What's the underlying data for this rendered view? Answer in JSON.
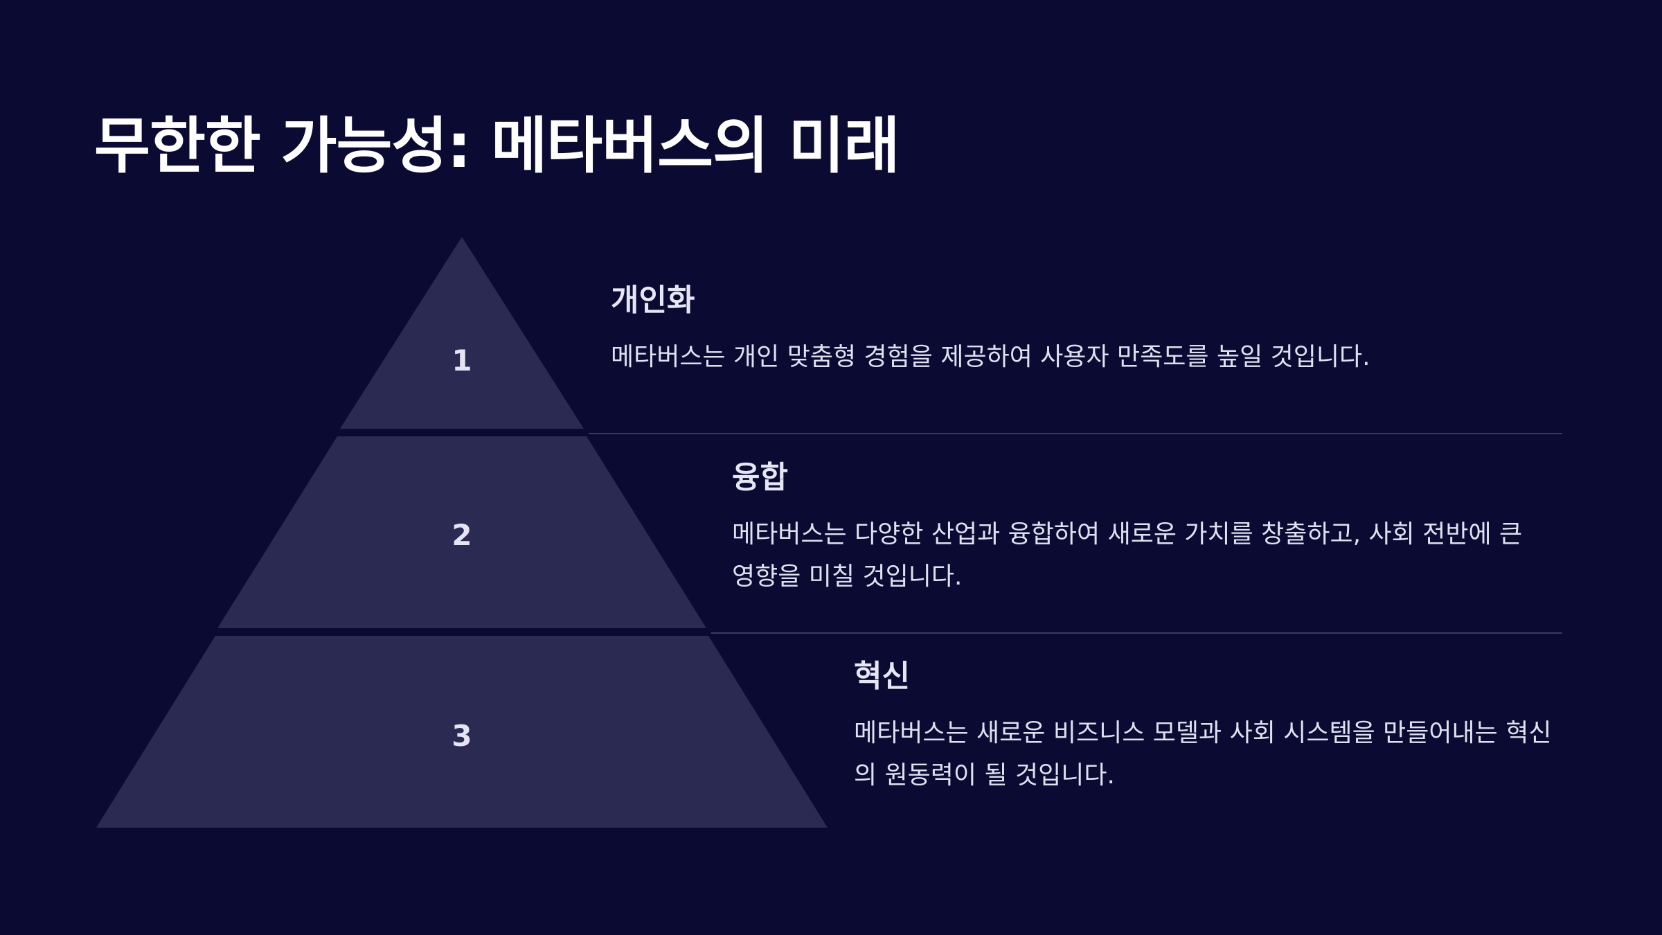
{
  "slide": {
    "title": "무한한 가능성: 메타버스의 미래",
    "colors": {
      "background": "#0b0a33",
      "tier_fill": "#2b2a53",
      "divider": "#3a3a63",
      "text": "#e0e0f0"
    }
  },
  "pyramid": {
    "tiers": [
      {
        "number": "1",
        "title": "개인화",
        "description": "메타버스는 개인 맞춤형 경험을 제공하여 사용자 만족도를 높일 것입니다."
      },
      {
        "number": "2",
        "title": "융합",
        "description": "메타버스는 다양한 산업과 융합하여 새로운 가치를 창출하고, 사회 전반에 큰 영향을 미칠 것입니다."
      },
      {
        "number": "3",
        "title": "혁신",
        "description": "메타버스는 새로운 비즈니스 모델과 사회 시스템을 만들어내는 혁신의 원동력이 될 것입니다."
      }
    ]
  }
}
